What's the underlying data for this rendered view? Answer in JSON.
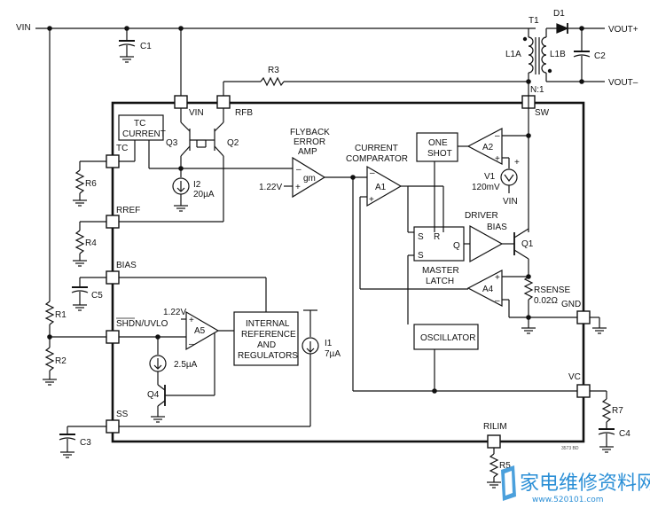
{
  "labels": {
    "vin": "VIN",
    "c1": "C1",
    "t1": "T1",
    "d1": "D1",
    "vout_pos": "VOUT+",
    "vout_neg": "VOUT–",
    "l1a": "L1A",
    "l1b": "L1B",
    "c2": "C2",
    "nratio": "N:1",
    "r3": "R3",
    "pin_vin": "VIN",
    "pin_rfb": "RFB",
    "pin_sw": "SW",
    "tc_current_1": "TC",
    "tc_current_2": "CURRENT",
    "q3": "Q3",
    "q2": "Q2",
    "pin_tc": "TC",
    "r6": "R6",
    "i2": "I2",
    "i2_val": "20µA",
    "flyback_1": "FLYBACK",
    "flyback_2": "ERROR",
    "flyback_3": "AMP",
    "gm": "gm",
    "ref_122": "1.22V",
    "current_1": "CURRENT",
    "current_2": "COMPARATOR",
    "a1": "A1",
    "one_shot_1": "ONE",
    "one_shot_2": "SHOT",
    "a2": "A2",
    "v1": "V1",
    "v1_val": "120mV",
    "vin_small": "VIN",
    "pin_rref": "RREF",
    "r4": "R4",
    "driver": "DRIVER",
    "bias_lbl": "BIAS",
    "latch_s1": "S",
    "latch_r": "R",
    "latch_q": "Q",
    "latch_s2": "S",
    "master_1": "MASTER",
    "master_2": "LATCH",
    "q1": "Q1",
    "pin_bias": "BIAS",
    "c5": "C5",
    "a4": "A4",
    "rsense": "RSENSE",
    "rsense_val": "0.02Ω",
    "gnd": "GND",
    "r1": "R1",
    "pin_shdn": "SHDN/UVLO",
    "ref_122b": "1.22V",
    "a5": "A5",
    "internal_1": "INTERNAL",
    "internal_2": "REFERENCE",
    "internal_3": "AND",
    "internal_4": "REGULATORS",
    "i1": "I1",
    "i1_val": "7µA",
    "oscillator": "OSCILLATOR",
    "r2": "R2",
    "i3_val": "2.5µA",
    "q4": "Q4",
    "pin_vc": "VC",
    "r7": "R7",
    "pin_ss": "SS",
    "c3": "C3",
    "c4": "C4",
    "pin_rilim": "RILIM",
    "r5": "R5",
    "fig_id": "3573 BD"
  },
  "watermark": {
    "text": "家电维修资料网",
    "url": "www.520101.com"
  },
  "colors": {
    "line": "#111111",
    "watermark": "#2b8fd6"
  }
}
